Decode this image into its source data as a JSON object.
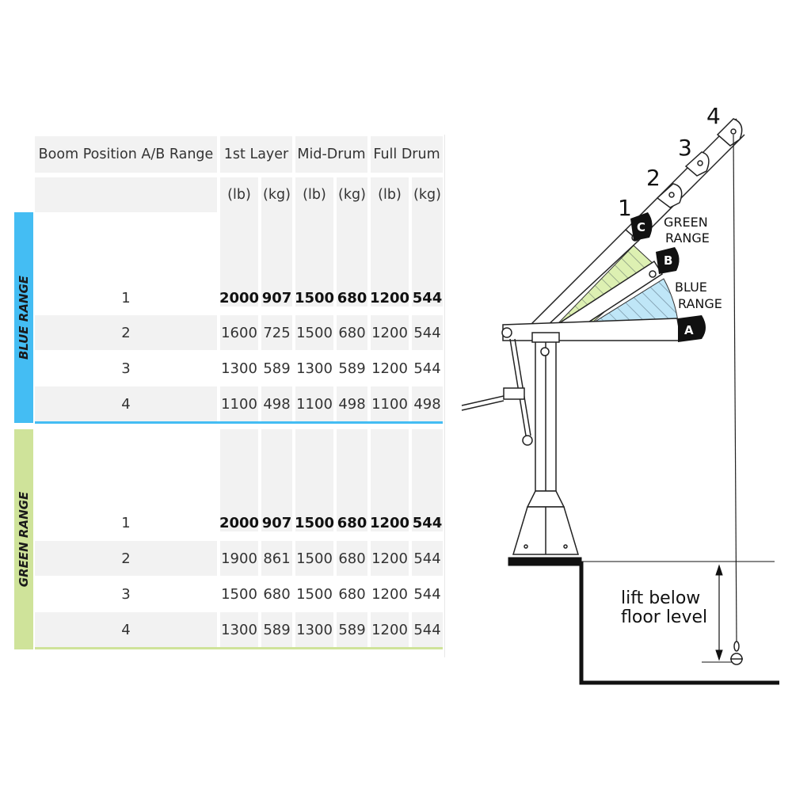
{
  "table": {
    "headers": [
      "Boom Position A/B Range",
      "1st Layer",
      "Mid-Drum",
      "Full Drum"
    ],
    "units": [
      "(lb)",
      "(kg)",
      "(lb)",
      "(kg)",
      "(lb)",
      "(kg)"
    ],
    "ranges": [
      {
        "name": "BLUE RANGE",
        "color": "#44bdf3",
        "rows": [
          {
            "pos": "1",
            "v": [
              "2000",
              "907",
              "1500",
              "680",
              "1200",
              "544"
            ]
          },
          {
            "pos": "2",
            "v": [
              "1600",
              "725",
              "1500",
              "680",
              "1200",
              "544"
            ]
          },
          {
            "pos": "3",
            "v": [
              "1300",
              "589",
              "1300",
              "589",
              "1200",
              "544"
            ]
          },
          {
            "pos": "4",
            "v": [
              "1100",
              "498",
              "1100",
              "498",
              "1100",
              "498"
            ]
          }
        ]
      },
      {
        "name": "GREEN RANGE",
        "color": "#cfe39a",
        "rows": [
          {
            "pos": "1",
            "v": [
              "2000",
              "907",
              "1500",
              "680",
              "1200",
              "544"
            ]
          },
          {
            "pos": "2",
            "v": [
              "1900",
              "861",
              "1500",
              "680",
              "1200",
              "544"
            ]
          },
          {
            "pos": "3",
            "v": [
              "1500",
              "680",
              "1500",
              "680",
              "1200",
              "544"
            ]
          },
          {
            "pos": "4",
            "v": [
              "1300",
              "589",
              "1300",
              "589",
              "1200",
              "544"
            ]
          }
        ]
      }
    ]
  },
  "diagram": {
    "position_numbers": [
      "1",
      "2",
      "3",
      "4"
    ],
    "boom_points": [
      "A",
      "B",
      "C"
    ],
    "green_range_label": [
      "GREEN",
      "RANGE"
    ],
    "blue_range_label": [
      "BLUE",
      "RANGE"
    ],
    "lift_label": [
      "lift below",
      "floor level"
    ],
    "blue_color": "#bfe6f7",
    "green_color": "#ddf0b2"
  }
}
